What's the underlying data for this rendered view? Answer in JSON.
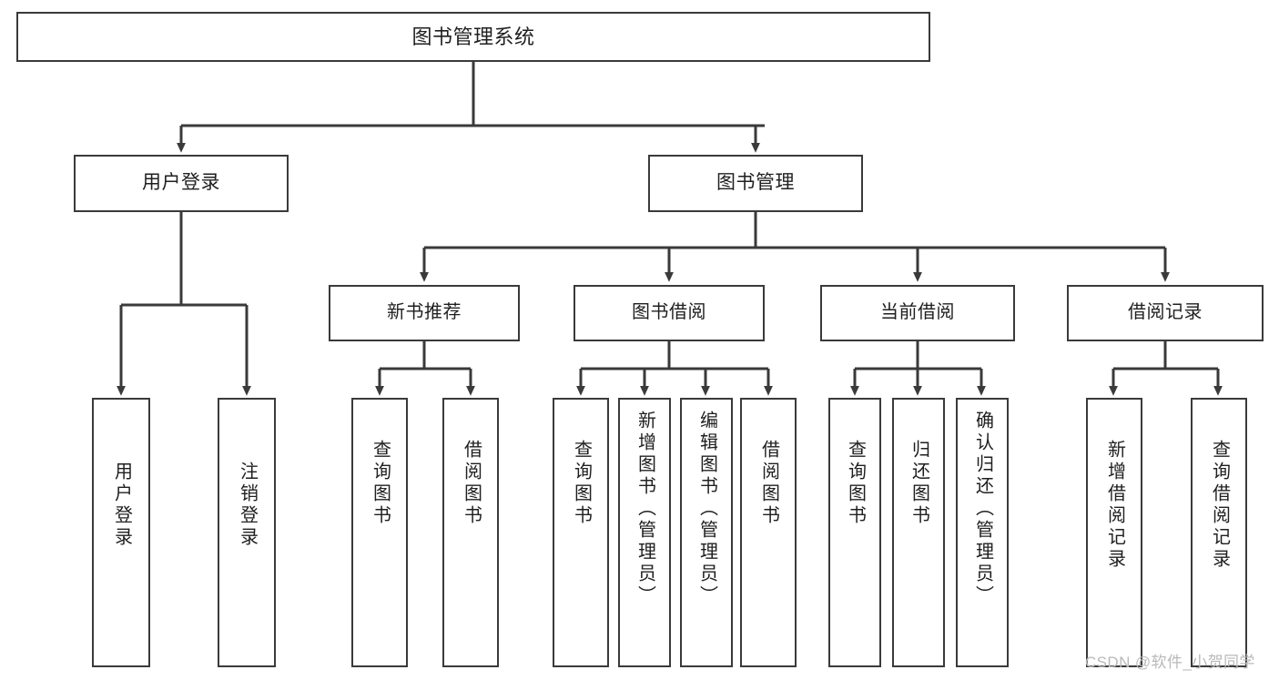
{
  "diagram": {
    "type": "tree",
    "title": "图书管理系统",
    "root": {
      "label": "图书管理系统"
    },
    "level2": [
      {
        "label": "用户登录"
      },
      {
        "label": "图书管理"
      }
    ],
    "level3": [
      {
        "label": "新书推荐"
      },
      {
        "label": "图书借阅"
      },
      {
        "label": "当前借阅"
      },
      {
        "label": "借阅记录"
      }
    ],
    "leaves": {
      "user_login": [
        {
          "label": "用户登录"
        },
        {
          "label": "注销登录"
        }
      ],
      "new_book_recommend": [
        {
          "label": "查询图书"
        },
        {
          "label": "借阅图书"
        }
      ],
      "book_borrow": [
        {
          "label": "查询图书"
        },
        {
          "label": "新增图书（管理员）"
        },
        {
          "label": "编辑图书（管理员）"
        },
        {
          "label": "借阅图书"
        }
      ],
      "current_borrow": [
        {
          "label": "查询图书"
        },
        {
          "label": "归还图书"
        },
        {
          "label": "确认归还（管理员）"
        }
      ],
      "borrow_records": [
        {
          "label": "新增借阅记录"
        },
        {
          "label": "查询借阅记录"
        }
      ]
    }
  },
  "watermark": {
    "text": "CSDN @软件_小贺同学"
  },
  "colors": {
    "box_border": "#3a3a3a",
    "box_fill": "#ffffff",
    "connector": "#3a3a3a",
    "text": "#1f1f1f",
    "watermark": "#b9b9b9"
  }
}
